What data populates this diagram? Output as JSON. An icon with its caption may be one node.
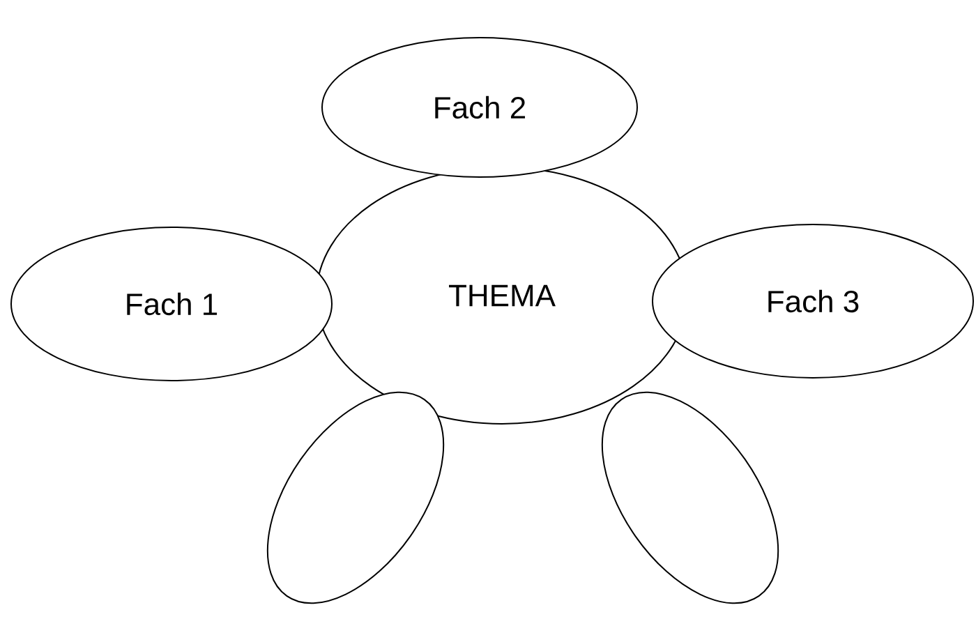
{
  "diagram": {
    "nodes": [
      {
        "text": [
          "THEMA"
        ]
      },
      {
        "text": [
          "Fach 2"
        ]
      },
      {
        "text": [
          "Fach 1"
        ]
      },
      {
        "text": [
          "Fach 3"
        ]
      },
      {
        "text": [],
        "shape": "ellipse"
      },
      {
        "text": [],
        "shape": "ellipse"
      }
    ]
  }
}
